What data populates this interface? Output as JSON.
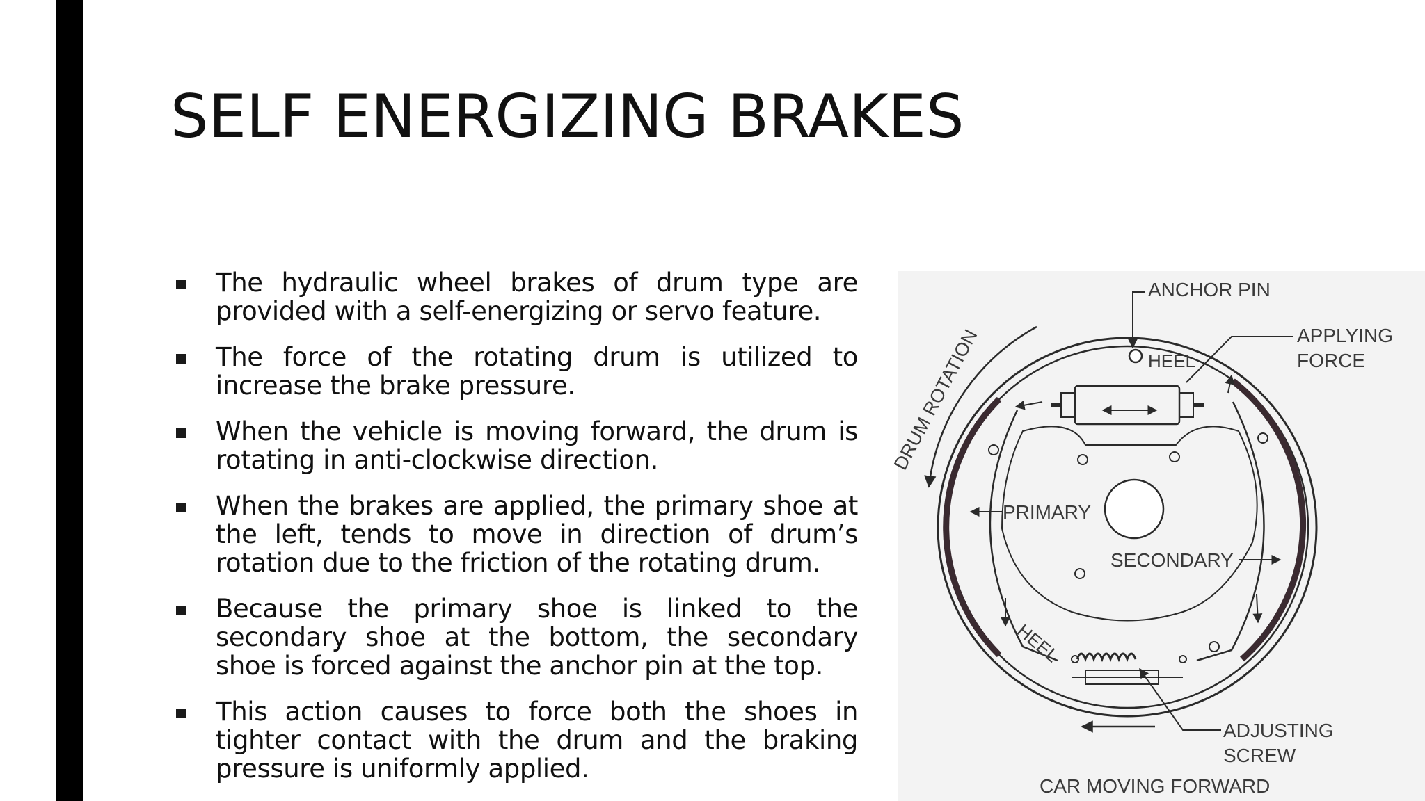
{
  "slide": {
    "title": "SELF ENERGIZING BRAKES",
    "bullets": [
      "The hydraulic wheel brakes of drum type are provided with a self-energizing or servo feature.",
      "The force of the rotating drum is utilized to increase the brake pressure.",
      "When the vehicle is moving forward, the drum is rotating in anti-clockwise direction.",
      "When the brakes are applied, the primary shoe at the left, tends to move in direction of drum’s rotation due to the friction of the rotating drum.",
      "Because the primary shoe is linked to the secondary shoe at the bottom, the secondary shoe is forced against the anchor pin at the top.",
      "This action causes to force both the shoes in tighter contact with the drum and the braking pressure is uniformly applied."
    ]
  },
  "diagram": {
    "labels": {
      "anchor_pin": "ANCHOR PIN",
      "applying": "APPLYING",
      "force": "FORCE",
      "heel_top": "HEEL",
      "drum_rotation": "DRUM ROTATION",
      "primary": "PRIMARY",
      "secondary": "SECONDARY",
      "heel_bottom": "HEEL",
      "adjusting": "ADJUSTING",
      "screw": "SCREW",
      "car_moving_forward": "CAR MOVING FORWARD"
    }
  }
}
